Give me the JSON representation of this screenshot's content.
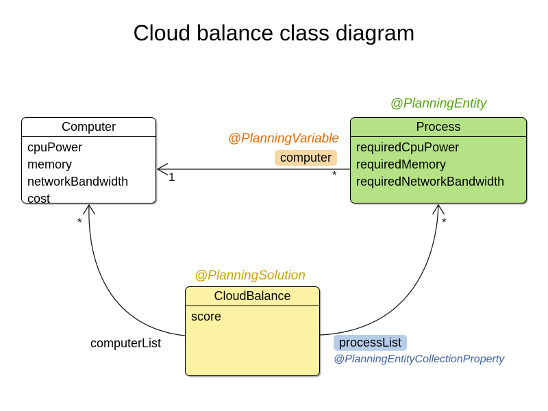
{
  "title": "Cloud balance class diagram",
  "classes": {
    "computer": {
      "name": "Computer",
      "attributes": [
        "cpuPower",
        "memory",
        "networkBandwidth",
        "cost"
      ]
    },
    "process": {
      "annotation": "@PlanningEntity",
      "name": "Process",
      "attributes": [
        "requiredCpuPower",
        "requiredMemory",
        "requiredNetworkBandwidth"
      ]
    },
    "cloud_balance": {
      "annotation": "@PlanningSolution",
      "name": "CloudBalance",
      "attributes": [
        "score"
      ]
    }
  },
  "relations": {
    "planning_variable": {
      "annotation": "@PlanningVariable",
      "label": "computer",
      "multiplicity_one": "1",
      "multiplicity_many": "*"
    },
    "computer_list": {
      "label": "computerList",
      "multiplicity_many": "*"
    },
    "process_list": {
      "label": "processList",
      "annotation": "@PlanningEntityCollectionProperty",
      "multiplicity_many": "*"
    }
  },
  "colors": {
    "computer_fill": "#ffffff",
    "process_fill": "#b4e284",
    "cloud_balance_fill": "#fcf2a4",
    "planning_entity_text": "#55a314",
    "planning_variable_text": "#e06d0b",
    "planning_solution_text": "#c6a304",
    "planning_collection_text": "#3e63a4",
    "computer_chip_bg": "#fad8a4",
    "process_list_chip_bg": "#b5cde8",
    "edge_stroke": "#1a1a1a"
  }
}
